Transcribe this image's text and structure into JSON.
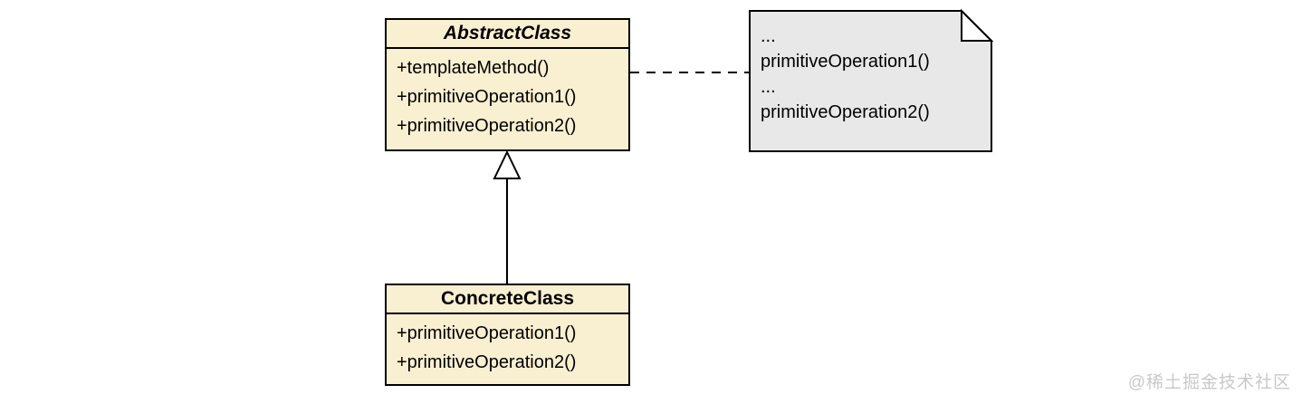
{
  "abstract_class": {
    "title": "AbstractClass",
    "methods": [
      "+templateMethod()",
      "+primitiveOperation1()",
      "+primitiveOperation2()"
    ]
  },
  "concrete_class": {
    "title": "ConcreteClass",
    "methods": [
      "+primitiveOperation1()",
      "+primitiveOperation2()"
    ]
  },
  "note": {
    "lines": [
      "...",
      "primitiveOperation1()",
      "...",
      "primitiveOperation2()"
    ]
  },
  "relationships": [
    {
      "type": "generalization",
      "from": "ConcreteClass",
      "to": "AbstractClass",
      "style": "solid-line-hollow-triangle"
    },
    {
      "type": "note-link",
      "from": "AbstractClass",
      "to": "note",
      "style": "dashed-line"
    }
  ],
  "watermark": "@稀土掘金技术社区",
  "colors": {
    "class_fill": "#f9efd1",
    "note_fill": "#e8e8e8",
    "border": "#000000",
    "watermark": "#c9c9c9",
    "background": "#ffffff"
  }
}
